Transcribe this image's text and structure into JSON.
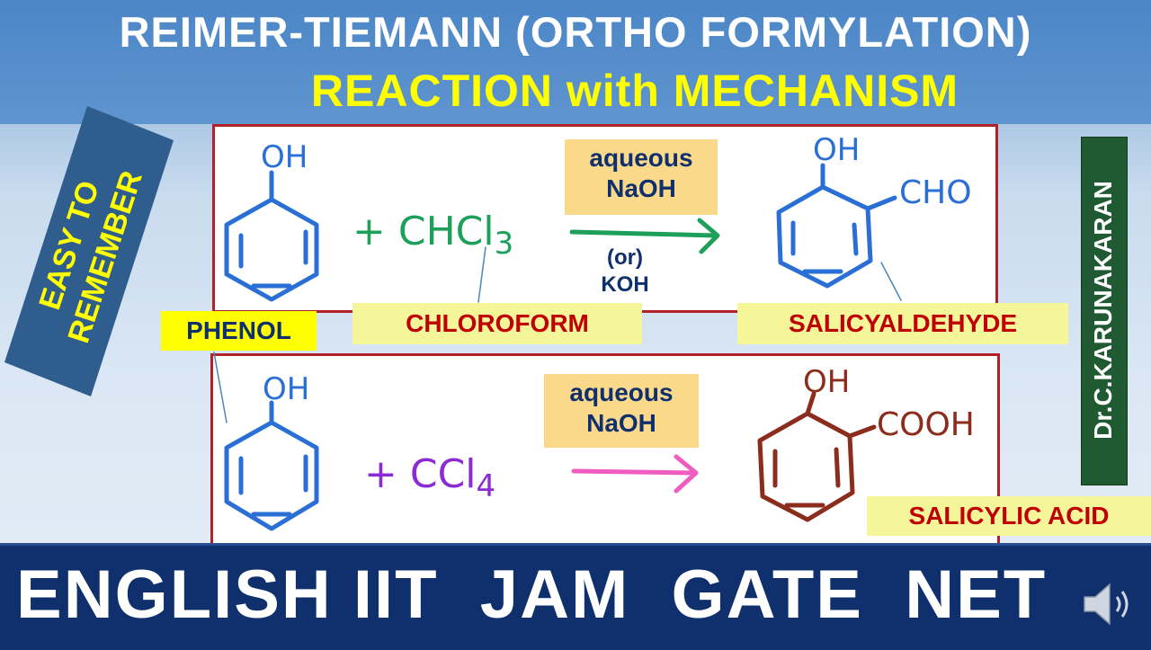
{
  "header": {
    "title_line1": "REIMER-TIEMANN (ORTHO FORMYLATION)",
    "title_line2": "REACTION with MECHANISM"
  },
  "side": {
    "easy_label": [
      "EASY TO",
      "REMEMBER"
    ],
    "author": "Dr.C.KARUNAKARAN"
  },
  "reaction1": {
    "reactant_substituent": "OH",
    "reagent": "+ CHCl3",
    "reagent_text": "+ CHCl",
    "reagent_sub": "3",
    "condition_line1": "aqueous",
    "condition_line2": "NaOH",
    "alt_line1": "(or)",
    "alt_line2": "KOH",
    "product_oh": "OH",
    "product_group": "CHO"
  },
  "reaction2": {
    "reactant_substituent": "OH",
    "reagent_text": "+ CCl",
    "reagent_sub": "4",
    "condition_line1": "aqueous",
    "condition_line2": "NaOH",
    "product_oh": "OH",
    "product_group": "COOH"
  },
  "labels": {
    "phenol": "PHENOL",
    "chloroform": "CHLOROFORM",
    "salicyaldehyde": "SALICYALDEHYDE",
    "salicylic_acid": "SALICYLIC ACID"
  },
  "footer": {
    "text": "ENGLISH IIT  JAM  GATE  NET"
  },
  "colors": {
    "header_blue": "#5f95cf",
    "title_yellow": "#ffff00",
    "panel_border": "#b3202a",
    "footer_navy": "#0f2f6d",
    "phenol_blue": "#2a6fd6",
    "chcl3_green": "#1fa05a",
    "ccl4_purple": "#8a2bd6",
    "acid_brown": "#8b2c1c",
    "arrow_pink": "#f05cc0"
  },
  "icons": {
    "speaker": "speaker-icon"
  }
}
